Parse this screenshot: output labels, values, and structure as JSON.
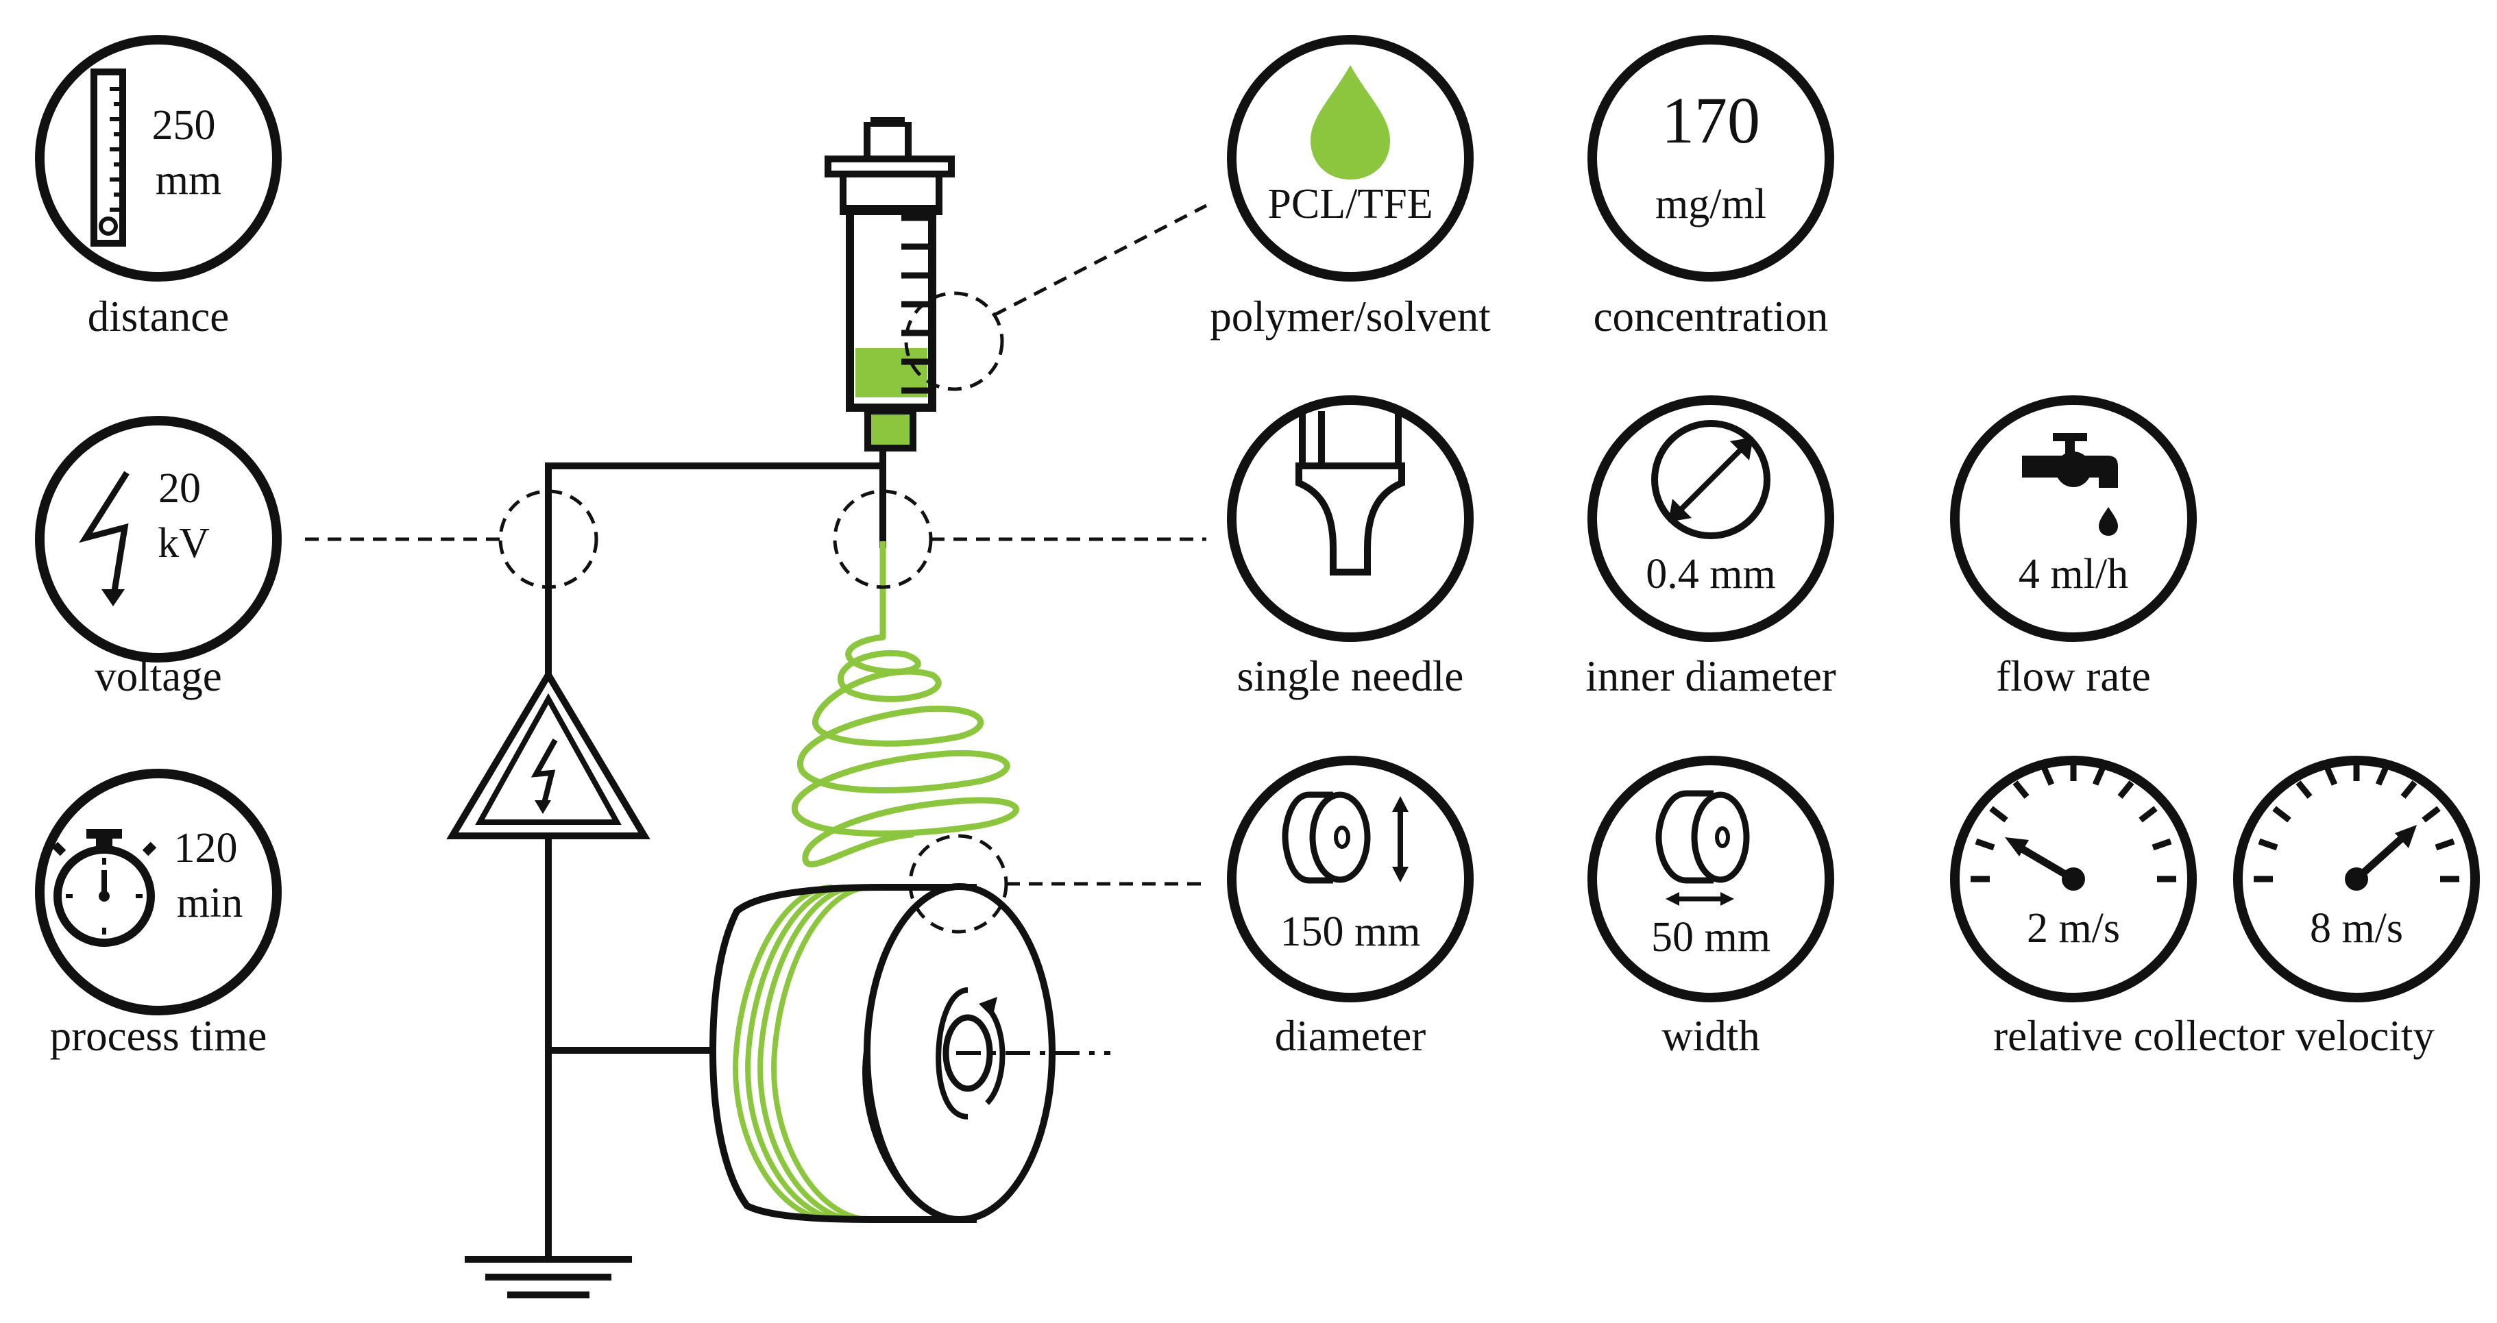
{
  "colors": {
    "accent_green": "#8cc63f",
    "line": "#111111",
    "background": "#ffffff"
  },
  "params": {
    "distance": {
      "value": "250",
      "unit": "mm",
      "label": "distance",
      "icon": "ruler-icon"
    },
    "voltage": {
      "value": "20",
      "unit": "kV",
      "label": "voltage",
      "icon": "lightning-icon"
    },
    "process_time": {
      "value": "120",
      "unit": "min",
      "label": "process time",
      "icon": "stopwatch-icon"
    },
    "polymer": {
      "value": "PCL/TFE",
      "label": "polymer/solvent",
      "icon": "drop-icon"
    },
    "concentration": {
      "value": "170",
      "unit": "mg/ml",
      "label": "concentration"
    },
    "needle": {
      "label": "single needle",
      "icon": "needle-tip-icon"
    },
    "inner_diameter": {
      "value": "0.4 mm",
      "label": "inner diameter",
      "icon": "diameter-icon"
    },
    "flow_rate": {
      "value": "4 ml/h",
      "label": "flow rate",
      "icon": "faucet-icon"
    },
    "drum_diameter": {
      "value": "150 mm",
      "label": "diameter",
      "icon": "drum-diameter-icon"
    },
    "drum_width": {
      "value": "50 mm",
      "label": "width",
      "icon": "drum-width-icon"
    },
    "velocity": {
      "label": "relative collector velocity",
      "low": {
        "value": "2 m/s",
        "icon": "gauge-low-icon"
      },
      "high": {
        "value": "8 m/s",
        "icon": "gauge-high-icon"
      }
    }
  }
}
